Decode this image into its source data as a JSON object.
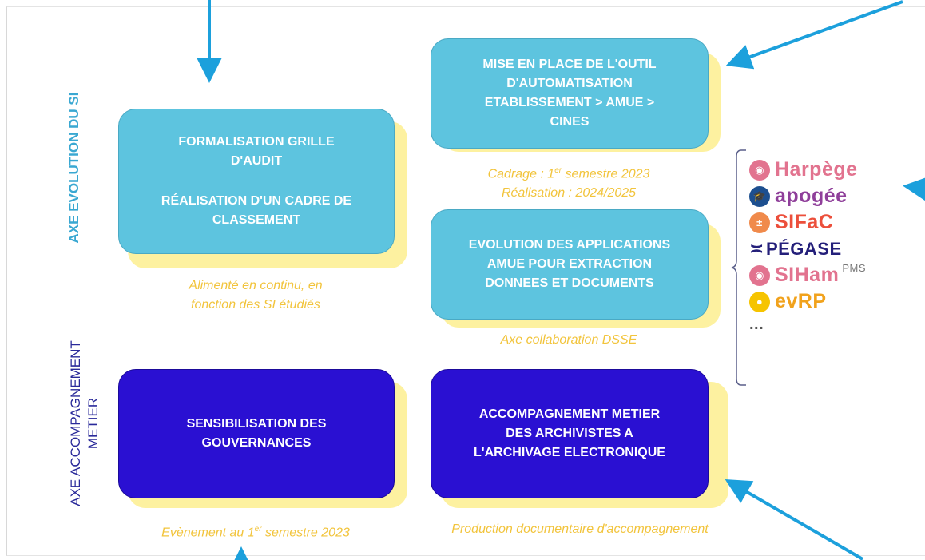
{
  "axes": {
    "si": "AXE EVOLUTION DU SI",
    "accompagnement_line1": "AXE ACCOMPAGNEMENT",
    "accompagnement_line2": "METIER"
  },
  "boxes": {
    "grille": {
      "line1": "FORMALISATION GRILLE",
      "line2": "D'AUDIT",
      "line3": "RÉALISATION D'UN CADRE DE",
      "line4": "CLASSEMENT"
    },
    "outil": {
      "line1": "MISE EN PLACE DE L'OUTIL",
      "line2": "D'AUTOMATISATION",
      "line3": "ETABLISSEMENT > AMUE >",
      "line4": "CINES"
    },
    "evolution": {
      "line1": "EVOLUTION DES APPLICATIONS",
      "line2": "AMUE POUR EXTRACTION",
      "line3": "DONNEES ET DOCUMENTS"
    },
    "sensibilisation": {
      "line1": "SENSIBILISATION DES",
      "line2": "GOUVERNANCES"
    },
    "accompagnement": {
      "line1": "ACCOMPAGNEMENT METIER",
      "line2": "DES ARCHIVISTES A",
      "line3": "L'ARCHIVAGE ELECTRONIQUE"
    }
  },
  "captions": {
    "cadrage_pre": "Cadrage : 1",
    "cadrage_sup": "er",
    "cadrage_post": " semestre 2023",
    "realisation": "Réalisation : 2024/2025",
    "alimente_line1": "Alimenté en continu, en",
    "alimente_line2": "fonction des SI étudiés",
    "collaboration": "Axe collaboration DSSE",
    "evenement_pre": "Evènement au 1",
    "evenement_sup": "er",
    "evenement_post": " semestre 2023",
    "production": "Production documentaire d'accompagnement"
  },
  "logos": [
    {
      "name": "Harpège",
      "text": "Harpège",
      "icon": "people-icon",
      "color": "#e2738f",
      "icon_color": "#e2738f"
    },
    {
      "name": "Apogée",
      "text": "apogée",
      "icon": "graduation-icon",
      "color": "#8f3f9a",
      "icon_color": "#1d4f8f"
    },
    {
      "name": "SIFAC",
      "text": "SIFaC",
      "icon": "calculator-icon",
      "color": "#ec4f3b",
      "icon_color": "#f08a4b"
    },
    {
      "name": "PÉGASE",
      "text": "PÉGASE",
      "icon": "pegase-mark",
      "color": "#241f7a",
      "icon_color": "#241f7a"
    },
    {
      "name": "SIHAM PMS",
      "text": "SIHam",
      "sup": "PMS",
      "icon": "people-icon",
      "color": "#e2738f",
      "icon_color": "#e2738f"
    },
    {
      "name": "eVRP",
      "text": "evRP",
      "icon": "circle-icon",
      "color": "#f1a21c",
      "icon_color": "#f6c400"
    },
    {
      "name": "more",
      "text": "...",
      "icon": "",
      "color": "#555555",
      "icon_color": ""
    }
  ],
  "colors": {
    "light_box": "#5dc4df",
    "dark_box": "#2a10d2",
    "caption": "#f2c43c",
    "arrow": "#1ca0dc",
    "shadow": "#fdf1a0"
  }
}
